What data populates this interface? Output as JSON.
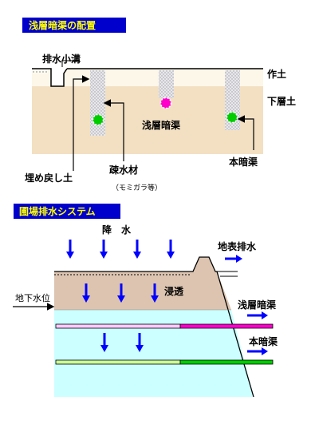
{
  "section1": {
    "title": "浅層暗渠の配置",
    "labels": {
      "drain_ditch": "排水小溝",
      "topsoil": "作土",
      "subsoil": "下層土",
      "shallow_drain": "浅層暗渠",
      "main_drain": "本暗渠",
      "backfill": "埋め戻し土",
      "permeable_material": "疎水材",
      "material_note": "（モミガラ等）"
    },
    "colors": {
      "title_bg": "#0000cc",
      "title_text": "#ffff00",
      "subsoil": "#f3e0c3",
      "topsoil": "#fdf7e9",
      "pink_dot": "#ff00cc",
      "green_dot": "#00cc00"
    }
  },
  "section2": {
    "title": "圃場排水システム",
    "labels": {
      "rain": "降　水",
      "surface_drainage": "地表排水",
      "infiltration": "浸透",
      "groundwater_level": "地下水位",
      "shallow_drain": "浅層暗渠",
      "main_drain": "本暗渠"
    },
    "colors": {
      "title_bg": "#0000cc",
      "title_text": "#ffff00",
      "soil": "#dcc4b0",
      "water": "#ccffff",
      "arrow": "#0000ff",
      "pipe_pink": "#ff00cc",
      "pipe_green": "#00cc00"
    }
  }
}
